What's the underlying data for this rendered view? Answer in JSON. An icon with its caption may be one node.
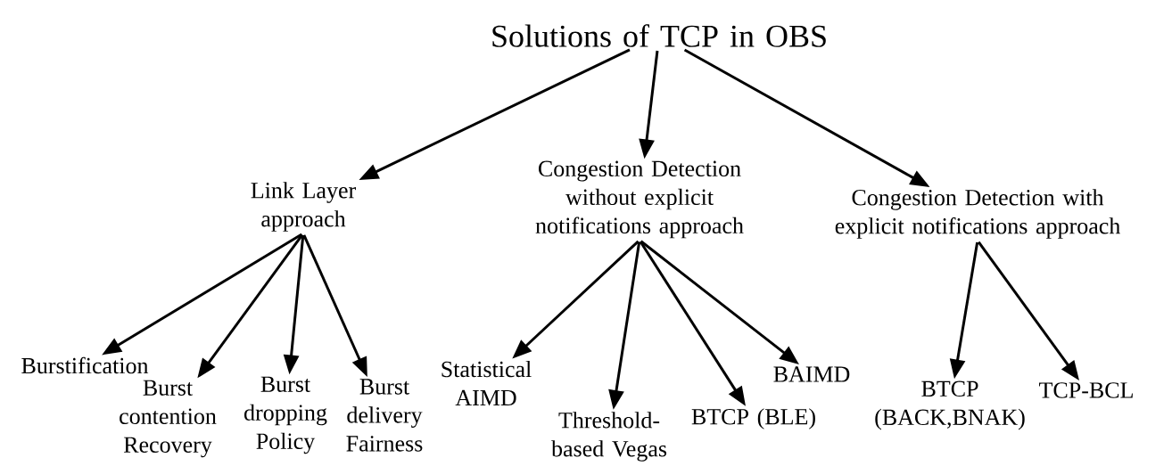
{
  "diagram": {
    "nodes": [
      {
        "text": [
          "Solutions of TCP in OBS"
        ]
      },
      {
        "text": [
          "Link Layer approach"
        ]
      },
      {
        "text": [
          "Congestion Detection without explicit notifications approach"
        ]
      },
      {
        "text": [
          "Congestion Detection with explicit notifications approach"
        ]
      },
      {
        "text": [
          "Burstification"
        ]
      },
      {
        "text": [
          "Burst contention Recovery"
        ]
      },
      {
        "text": [
          "Burst dropping Policy"
        ]
      },
      {
        "text": [
          "Burst delivery Fairness"
        ]
      },
      {
        "text": [
          "Statistical AIMD"
        ]
      },
      {
        "text": [
          "Threshold-based Vegas"
        ]
      },
      {
        "text": [
          "BTCP (BLE)"
        ]
      },
      {
        "text": [
          "BAIMD"
        ]
      },
      {
        "text": [
          "BTCP (BACK,BNAK)"
        ]
      },
      {
        "text": [
          "TCP-BCL"
        ]
      }
    ],
    "edges": [
      {
        "from": 0,
        "to": 1,
        "arrow": "to"
      },
      {
        "from": 0,
        "to": 2,
        "arrow": "to"
      },
      {
        "from": 0,
        "to": 3,
        "arrow": "to"
      },
      {
        "from": 1,
        "to": 4,
        "arrow": "to"
      },
      {
        "from": 1,
        "to": 5,
        "arrow": "to"
      },
      {
        "from": 1,
        "to": 6,
        "arrow": "to"
      },
      {
        "from": 1,
        "to": 7,
        "arrow": "to"
      },
      {
        "from": 2,
        "to": 8,
        "arrow": "to"
      },
      {
        "from": 2,
        "to": 9,
        "arrow": "to"
      },
      {
        "from": 2,
        "to": 10,
        "arrow": "to"
      },
      {
        "from": 2,
        "to": 11,
        "arrow": "to"
      },
      {
        "from": 3,
        "to": 12,
        "arrow": "to"
      },
      {
        "from": 3,
        "to": 13,
        "arrow": "to"
      }
    ]
  }
}
